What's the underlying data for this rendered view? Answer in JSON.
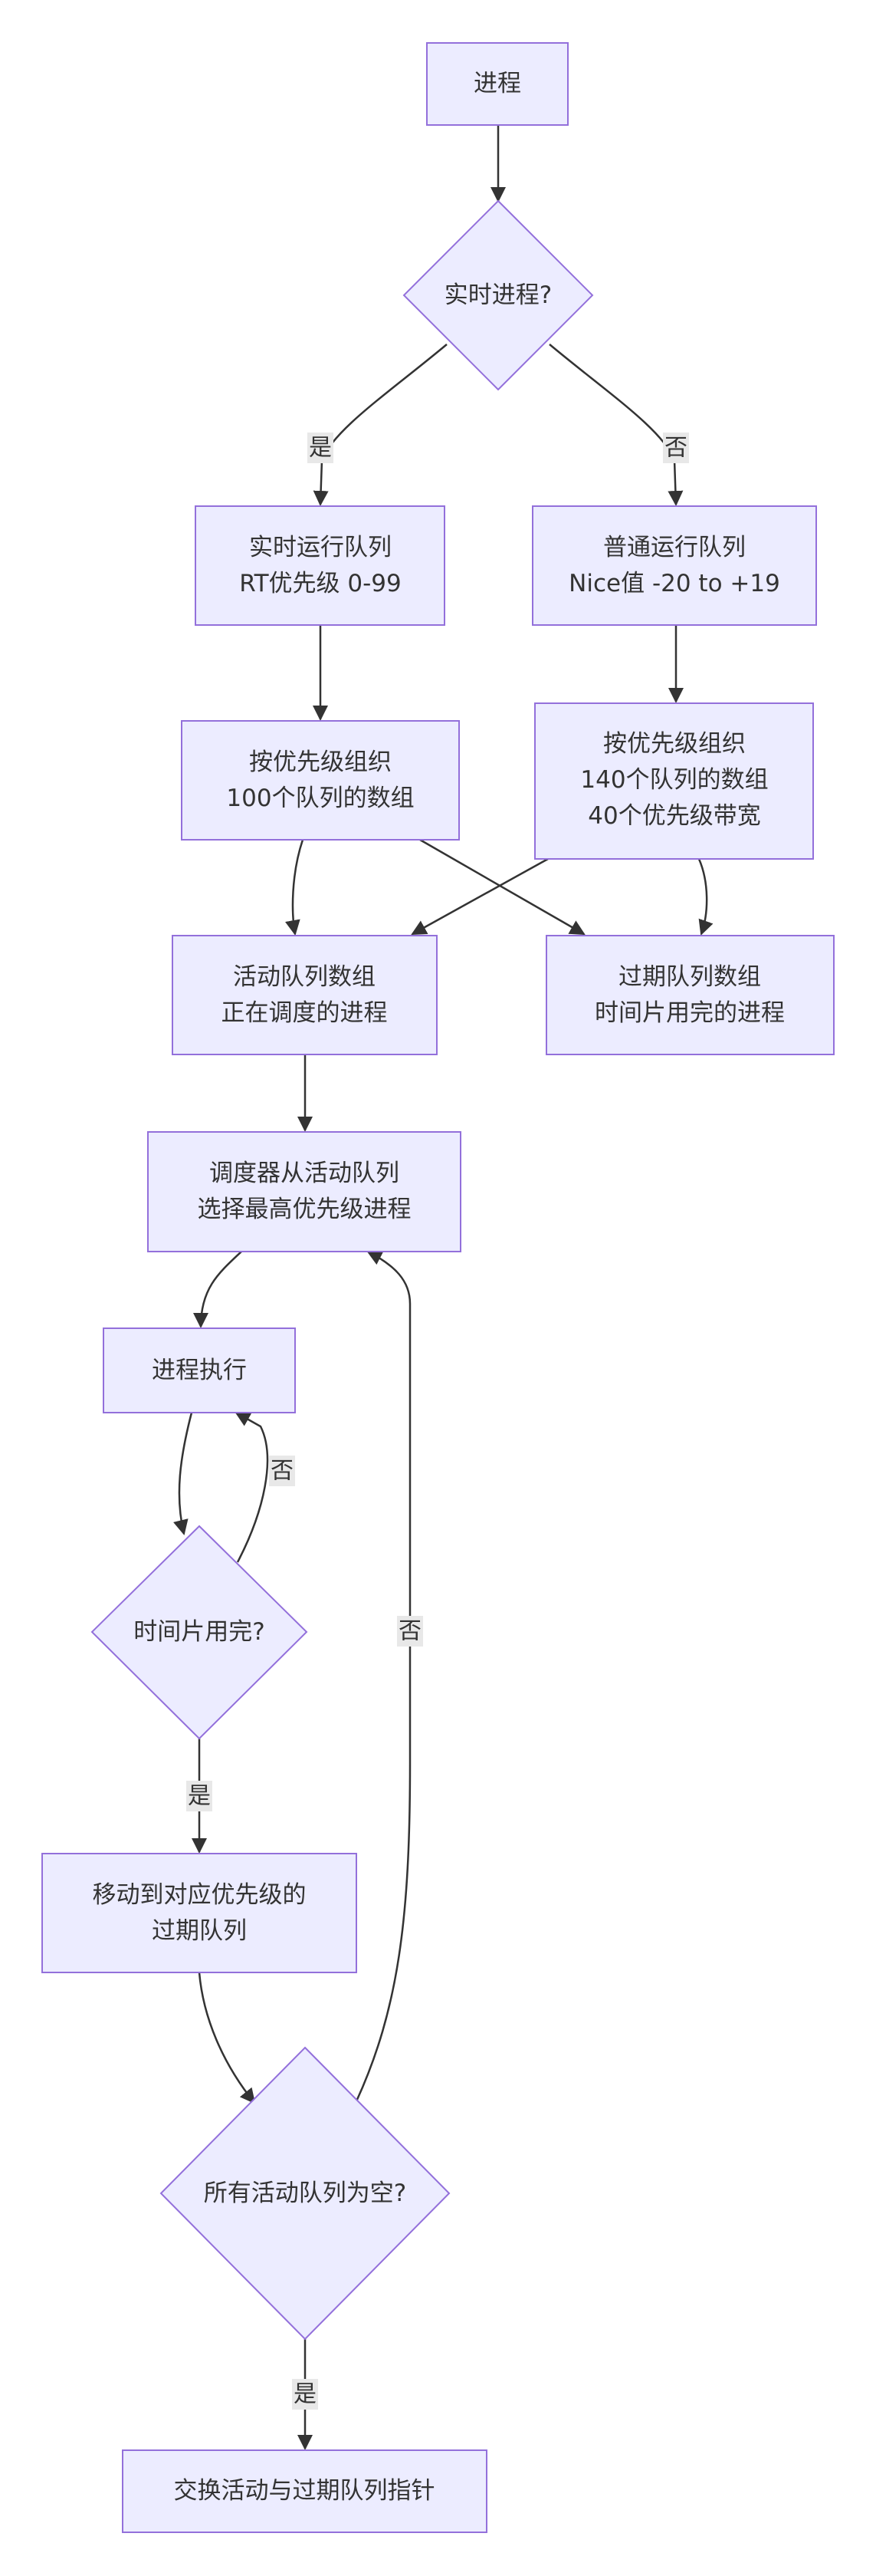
{
  "nodes": {
    "process": {
      "lines": [
        "进程"
      ]
    },
    "is_realtime": {
      "lines": [
        "实时进程?"
      ]
    },
    "rt_queue": {
      "lines": [
        "实时运行队列",
        "RT优先级 0-99"
      ]
    },
    "normal_queue": {
      "lines": [
        "普通运行队列",
        "Nice值 -20 to +19"
      ]
    },
    "rt_organize": {
      "lines": [
        "按优先级组织",
        "100个队列的数组"
      ]
    },
    "normal_organize": {
      "lines": [
        "按优先级组织",
        "140个队列的数组",
        "40个优先级带宽"
      ]
    },
    "active_array": {
      "lines": [
        "活动队列数组",
        "正在调度的进程"
      ]
    },
    "expired_array": {
      "lines": [
        "过期队列数组",
        "时间片用完的进程"
      ]
    },
    "scheduler_select": {
      "lines": [
        "调度器从活动队列",
        "选择最高优先级进程"
      ]
    },
    "process_exec": {
      "lines": [
        "进程执行"
      ]
    },
    "timeslice_done": {
      "lines": [
        "时间片用完?"
      ]
    },
    "move_expired": {
      "lines": [
        "移动到对应优先级的",
        "过期队列"
      ]
    },
    "all_active_empty": {
      "lines": [
        "所有活动队列为空?"
      ]
    },
    "swap_pointers": {
      "lines": [
        "交换活动与过期队列指针"
      ]
    }
  },
  "edge_labels": {
    "yes_realtime": "是",
    "no_realtime": "否",
    "no_timeslice": "否",
    "yes_timeslice": "是",
    "no_empty": "否",
    "yes_empty": "是"
  }
}
